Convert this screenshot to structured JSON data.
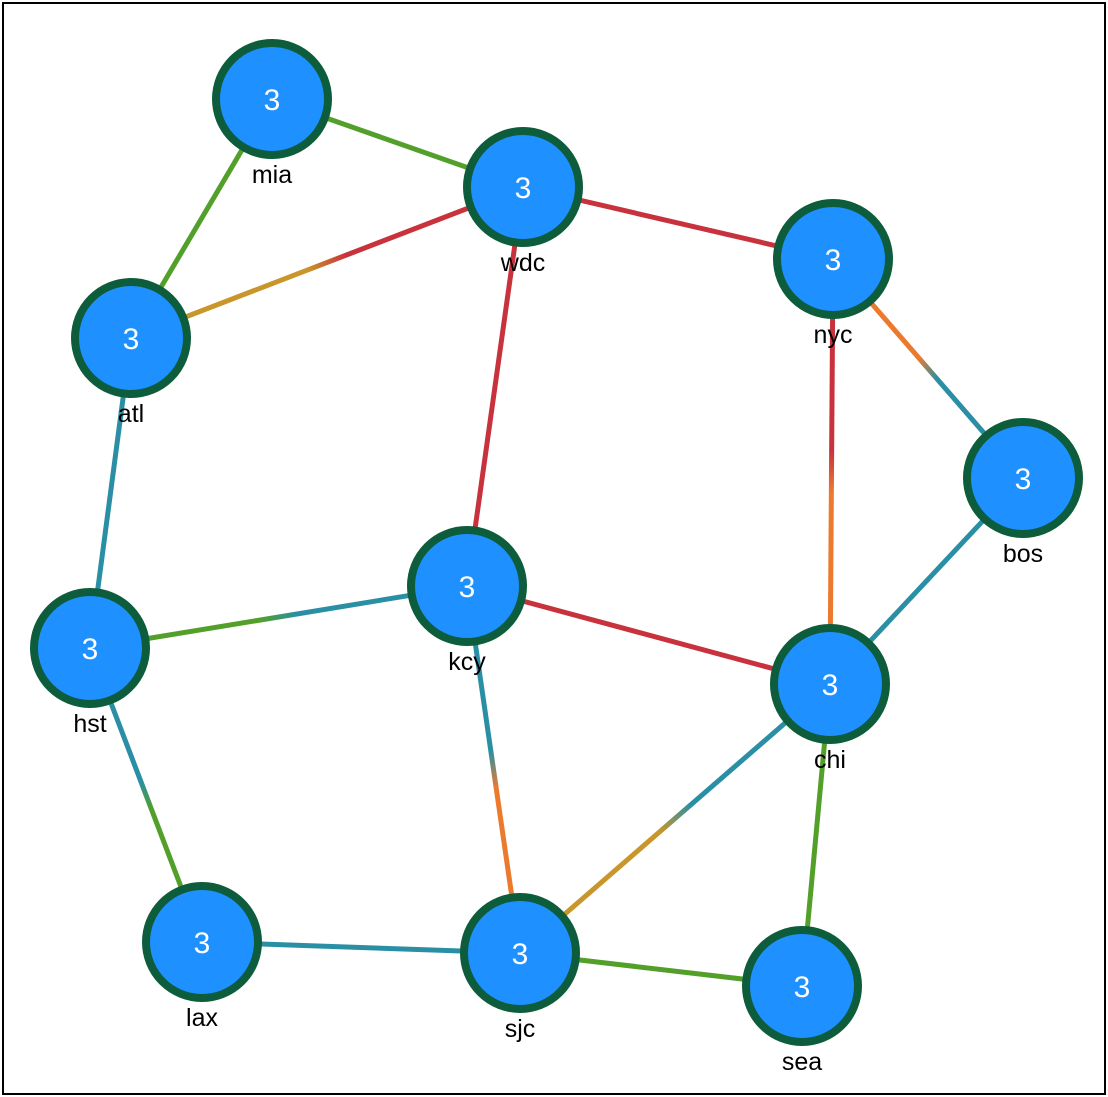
{
  "colors": {
    "node_fill": "#1e90ff",
    "node_stroke": "#0d5c3c",
    "node_text": "#ffffff",
    "label_text": "#000000",
    "edge_green": "#52a02a",
    "edge_red": "#c8323c",
    "edge_teal": "#2a8fa4",
    "edge_orange": "#ec7a2e",
    "edge_gold": "#c8962a"
  },
  "nodes": [
    {
      "id": "mia",
      "label": "mia",
      "value": "3"
    },
    {
      "id": "wdc",
      "label": "wdc",
      "value": "3"
    },
    {
      "id": "nyc",
      "label": "nyc",
      "value": "3"
    },
    {
      "id": "atl",
      "label": "atl",
      "value": "3"
    },
    {
      "id": "bos",
      "label": "bos",
      "value": "3"
    },
    {
      "id": "kcy",
      "label": "kcy",
      "value": "3"
    },
    {
      "id": "hst",
      "label": "hst",
      "value": "3"
    },
    {
      "id": "chi",
      "label": "chi",
      "value": "3"
    },
    {
      "id": "lax",
      "label": "lax",
      "value": "3"
    },
    {
      "id": "sjc",
      "label": "sjc",
      "value": "3"
    },
    {
      "id": "sea",
      "label": "sea",
      "value": "3"
    }
  ],
  "edges": [
    {
      "source": "mia",
      "target": "wdc",
      "colors": [
        "edge_green",
        "edge_green"
      ]
    },
    {
      "source": "mia",
      "target": "atl",
      "colors": [
        "edge_green",
        "edge_green"
      ]
    },
    {
      "source": "wdc",
      "target": "atl",
      "colors": [
        "edge_red",
        "edge_gold"
      ]
    },
    {
      "source": "wdc",
      "target": "nyc",
      "colors": [
        "edge_red",
        "edge_red"
      ]
    },
    {
      "source": "wdc",
      "target": "kcy",
      "colors": [
        "edge_red",
        "edge_red"
      ]
    },
    {
      "source": "nyc",
      "target": "bos",
      "colors": [
        "edge_orange",
        "edge_teal"
      ]
    },
    {
      "source": "nyc",
      "target": "chi",
      "colors": [
        "edge_red",
        "edge_orange"
      ]
    },
    {
      "source": "atl",
      "target": "hst",
      "colors": [
        "edge_teal",
        "edge_teal"
      ]
    },
    {
      "source": "bos",
      "target": "chi",
      "colors": [
        "edge_teal",
        "edge_teal"
      ]
    },
    {
      "source": "kcy",
      "target": "hst",
      "colors": [
        "edge_teal",
        "edge_green"
      ]
    },
    {
      "source": "kcy",
      "target": "chi",
      "colors": [
        "edge_red",
        "edge_red"
      ]
    },
    {
      "source": "kcy",
      "target": "sjc",
      "colors": [
        "edge_teal",
        "edge_orange"
      ]
    },
    {
      "source": "hst",
      "target": "lax",
      "colors": [
        "edge_teal",
        "edge_green"
      ]
    },
    {
      "source": "chi",
      "target": "sjc",
      "colors": [
        "edge_teal",
        "edge_gold"
      ]
    },
    {
      "source": "chi",
      "target": "sea",
      "colors": [
        "edge_green",
        "edge_green"
      ]
    },
    {
      "source": "lax",
      "target": "sjc",
      "colors": [
        "edge_teal",
        "edge_teal"
      ]
    },
    {
      "source": "sjc",
      "target": "sea",
      "colors": [
        "edge_green",
        "edge_green"
      ]
    }
  ]
}
